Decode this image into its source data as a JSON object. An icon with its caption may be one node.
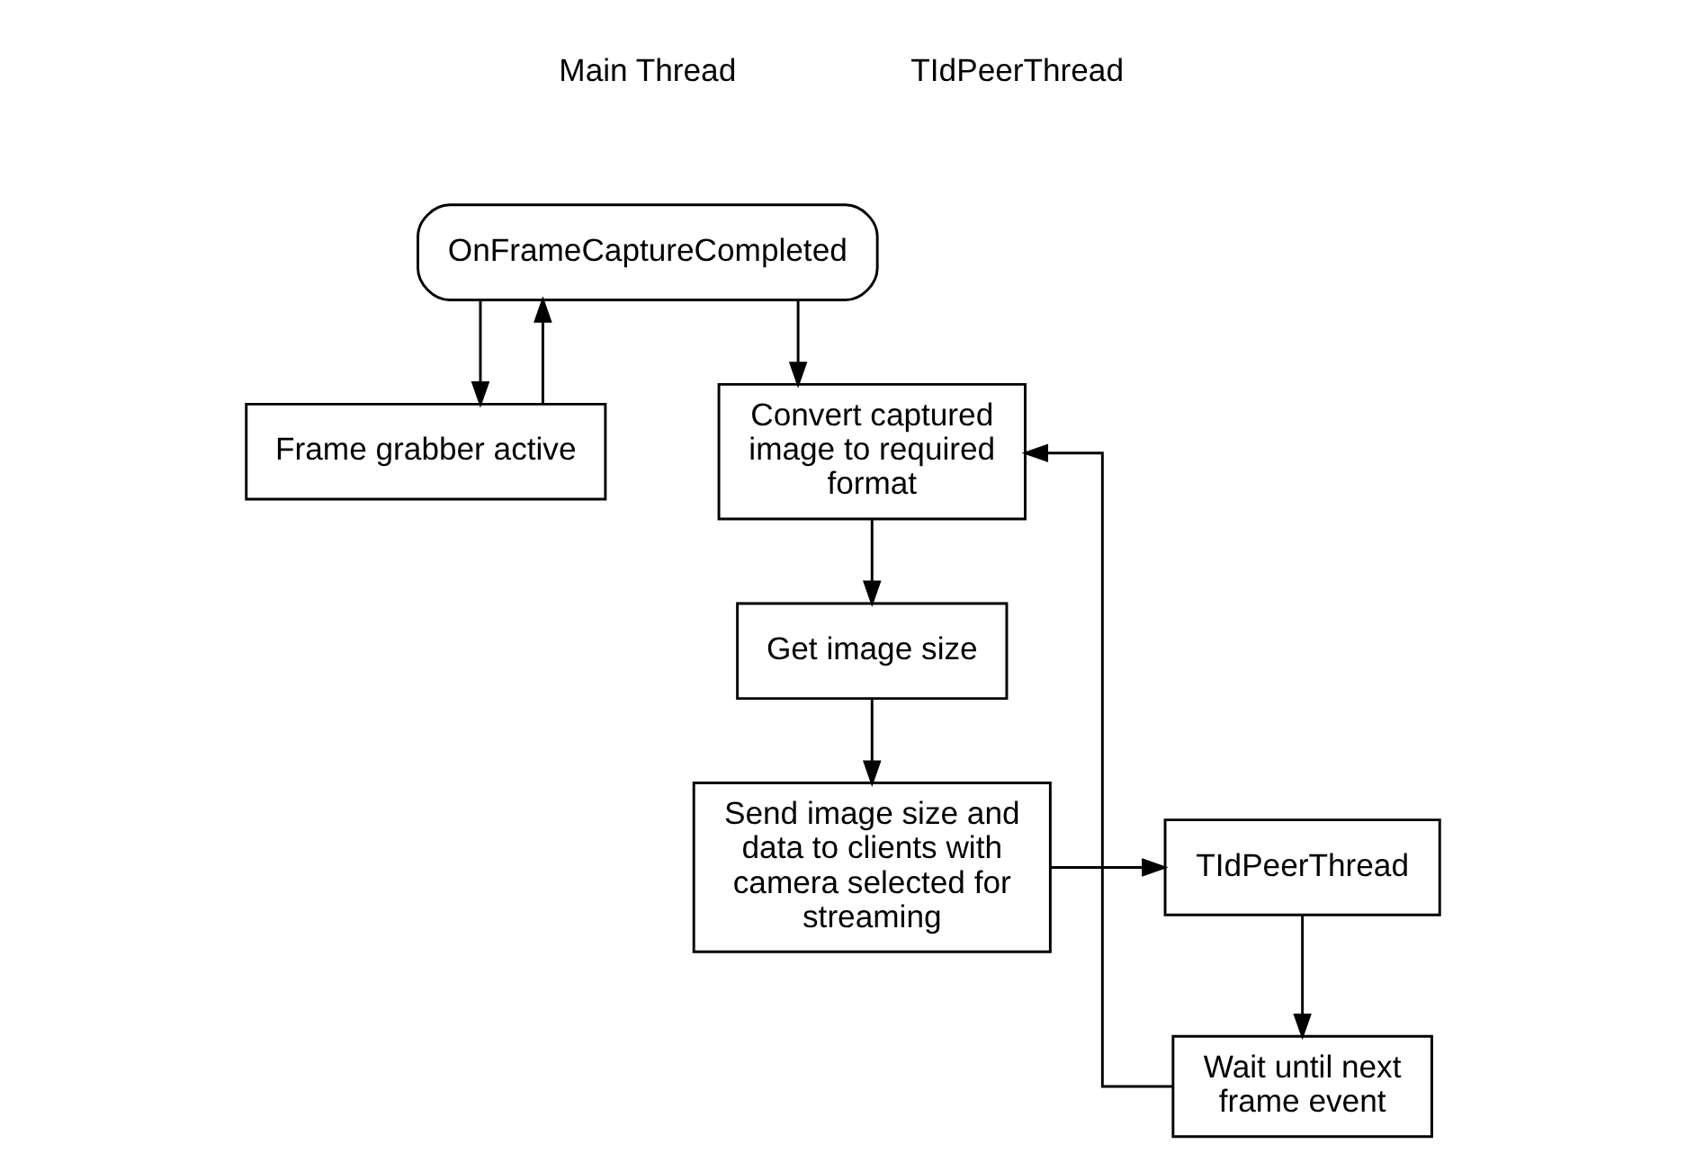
{
  "diagram": {
    "nodes": [
      {
        "text": [
          "OnFrameCaptureCompleted"
        ]
      },
      {
        "text": [
          "Frame grabber active"
        ]
      },
      {
        "text": [
          "Convert captured image to required format"
        ]
      },
      {
        "text": [
          "Get image size"
        ]
      },
      {
        "text": [
          "Send image size and data to clients with camera selected for streaming"
        ]
      },
      {
        "text": [
          "TIdPeerThread"
        ]
      },
      {
        "text": [
          "Wait until next frame event"
        ]
      }
    ],
    "edges": [
      {
        "from": 0,
        "to": 1,
        "arrow": "to"
      },
      {
        "from": 1,
        "to": 0,
        "arrow": "to"
      },
      {
        "from": 0,
        "to": 2,
        "arrow": "to"
      },
      {
        "from": 2,
        "to": 3,
        "arrow": "to"
      },
      {
        "from": 3,
        "to": 4,
        "arrow": "to"
      },
      {
        "from": 4,
        "to": 5,
        "arrow": "to"
      },
      {
        "from": 5,
        "to": 6,
        "arrow": "to"
      },
      {
        "from": 6,
        "to": 2,
        "arrow": "to"
      }
    ],
    "labels": [
      "Main Thread",
      "TIdPeerThread"
    ]
  }
}
